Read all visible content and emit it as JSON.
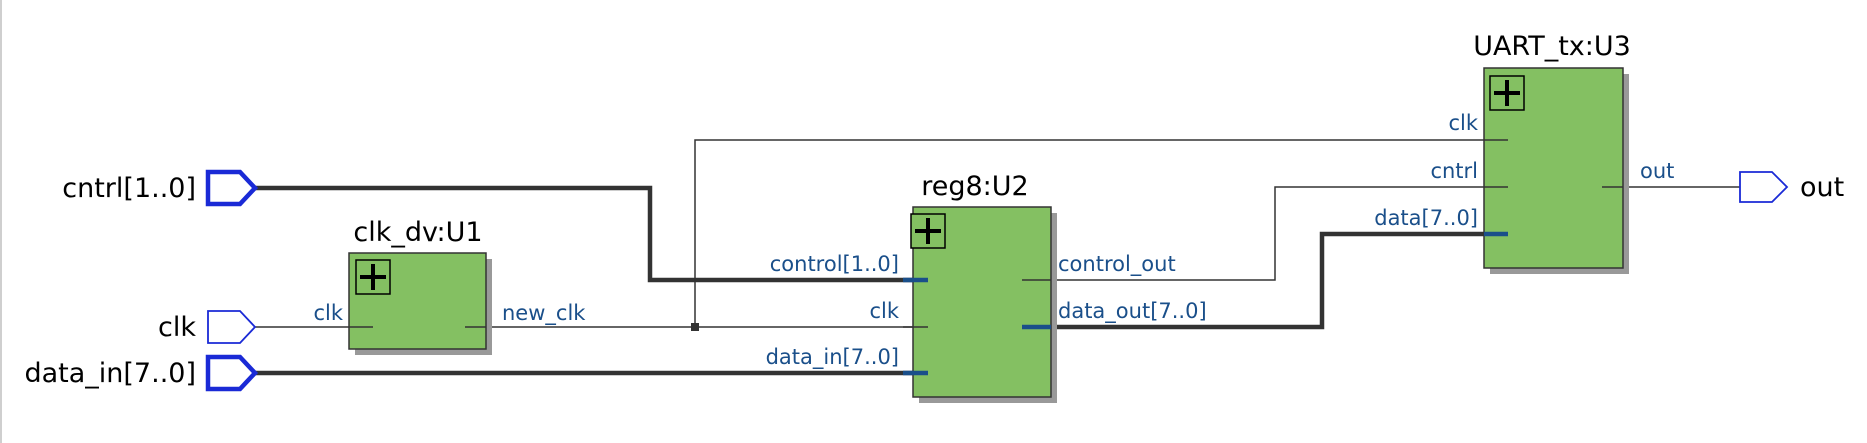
{
  "diagram": {
    "inputs": [
      {
        "id": "cntrl",
        "label": "cntrl[1..0]",
        "bus": true
      },
      {
        "id": "clk",
        "label": "clk",
        "bus": false
      },
      {
        "id": "data_in",
        "label": "data_in[7..0]",
        "bus": true
      }
    ],
    "outputs": [
      {
        "id": "out",
        "label": "out",
        "bus": false
      }
    ],
    "blocks": {
      "clk_dv": {
        "title": "clk_dv:U1",
        "ports_in": [
          "clk"
        ],
        "ports_out": [
          "new_clk"
        ]
      },
      "reg8": {
        "title": "reg8:U2",
        "ports_in": [
          "control[1..0]",
          "clk",
          "data_in[7..0]"
        ],
        "ports_out": [
          "control_out",
          "data_out[7..0]"
        ]
      },
      "uart_tx": {
        "title": "UART_tx:U3",
        "ports_in": [
          "clk",
          "cntrl",
          "data[7..0]"
        ],
        "ports_out": [
          "out"
        ]
      }
    },
    "colors": {
      "block_fill": "#84c062",
      "pin_outline": "#1a2ad6",
      "port_text": "#1a4f8a",
      "wire": "#000000",
      "bus_wire": "#333333"
    }
  }
}
